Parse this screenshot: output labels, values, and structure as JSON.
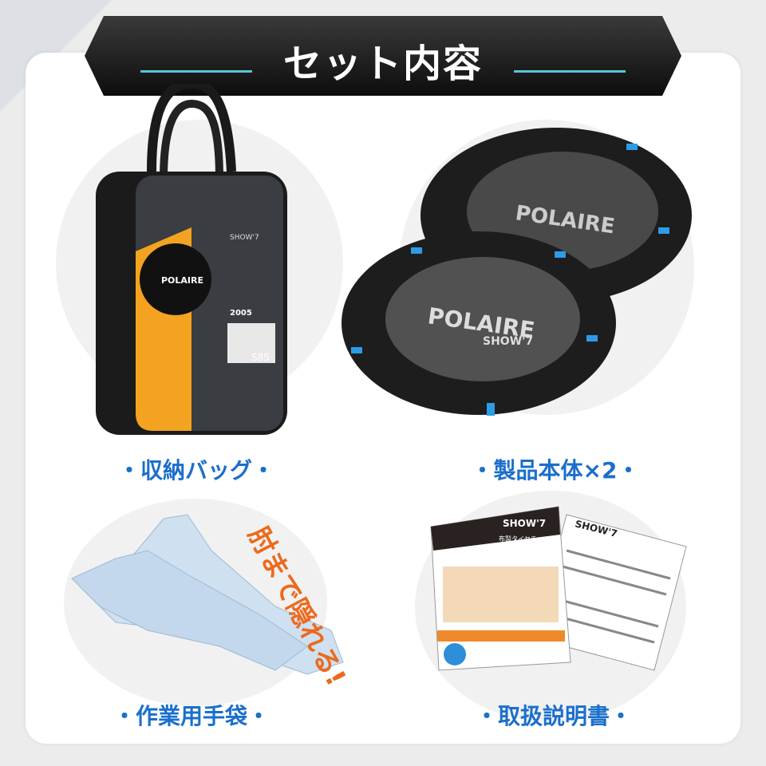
{
  "header": {
    "title": "セット内容"
  },
  "items": [
    {
      "label": "・収納バッグ・",
      "brand": "POLAIRE",
      "product": "SHOW'7",
      "size": "S85",
      "year": "2005"
    },
    {
      "label": "・製品本体×2・",
      "brand": "POLAIRE",
      "product": "SHOW'7"
    },
    {
      "label": "・作業用手袋・",
      "callout": "肘まで隠れる!"
    },
    {
      "label": "・取扱説明書・",
      "product": "SHOW'7",
      "subtitle": "布製タイヤチェーン"
    }
  ],
  "colors": {
    "accent": "#1a6fcc",
    "callout": "#ec6a1c",
    "banner": "#1e1e1e",
    "line": "#5bc3d8"
  }
}
